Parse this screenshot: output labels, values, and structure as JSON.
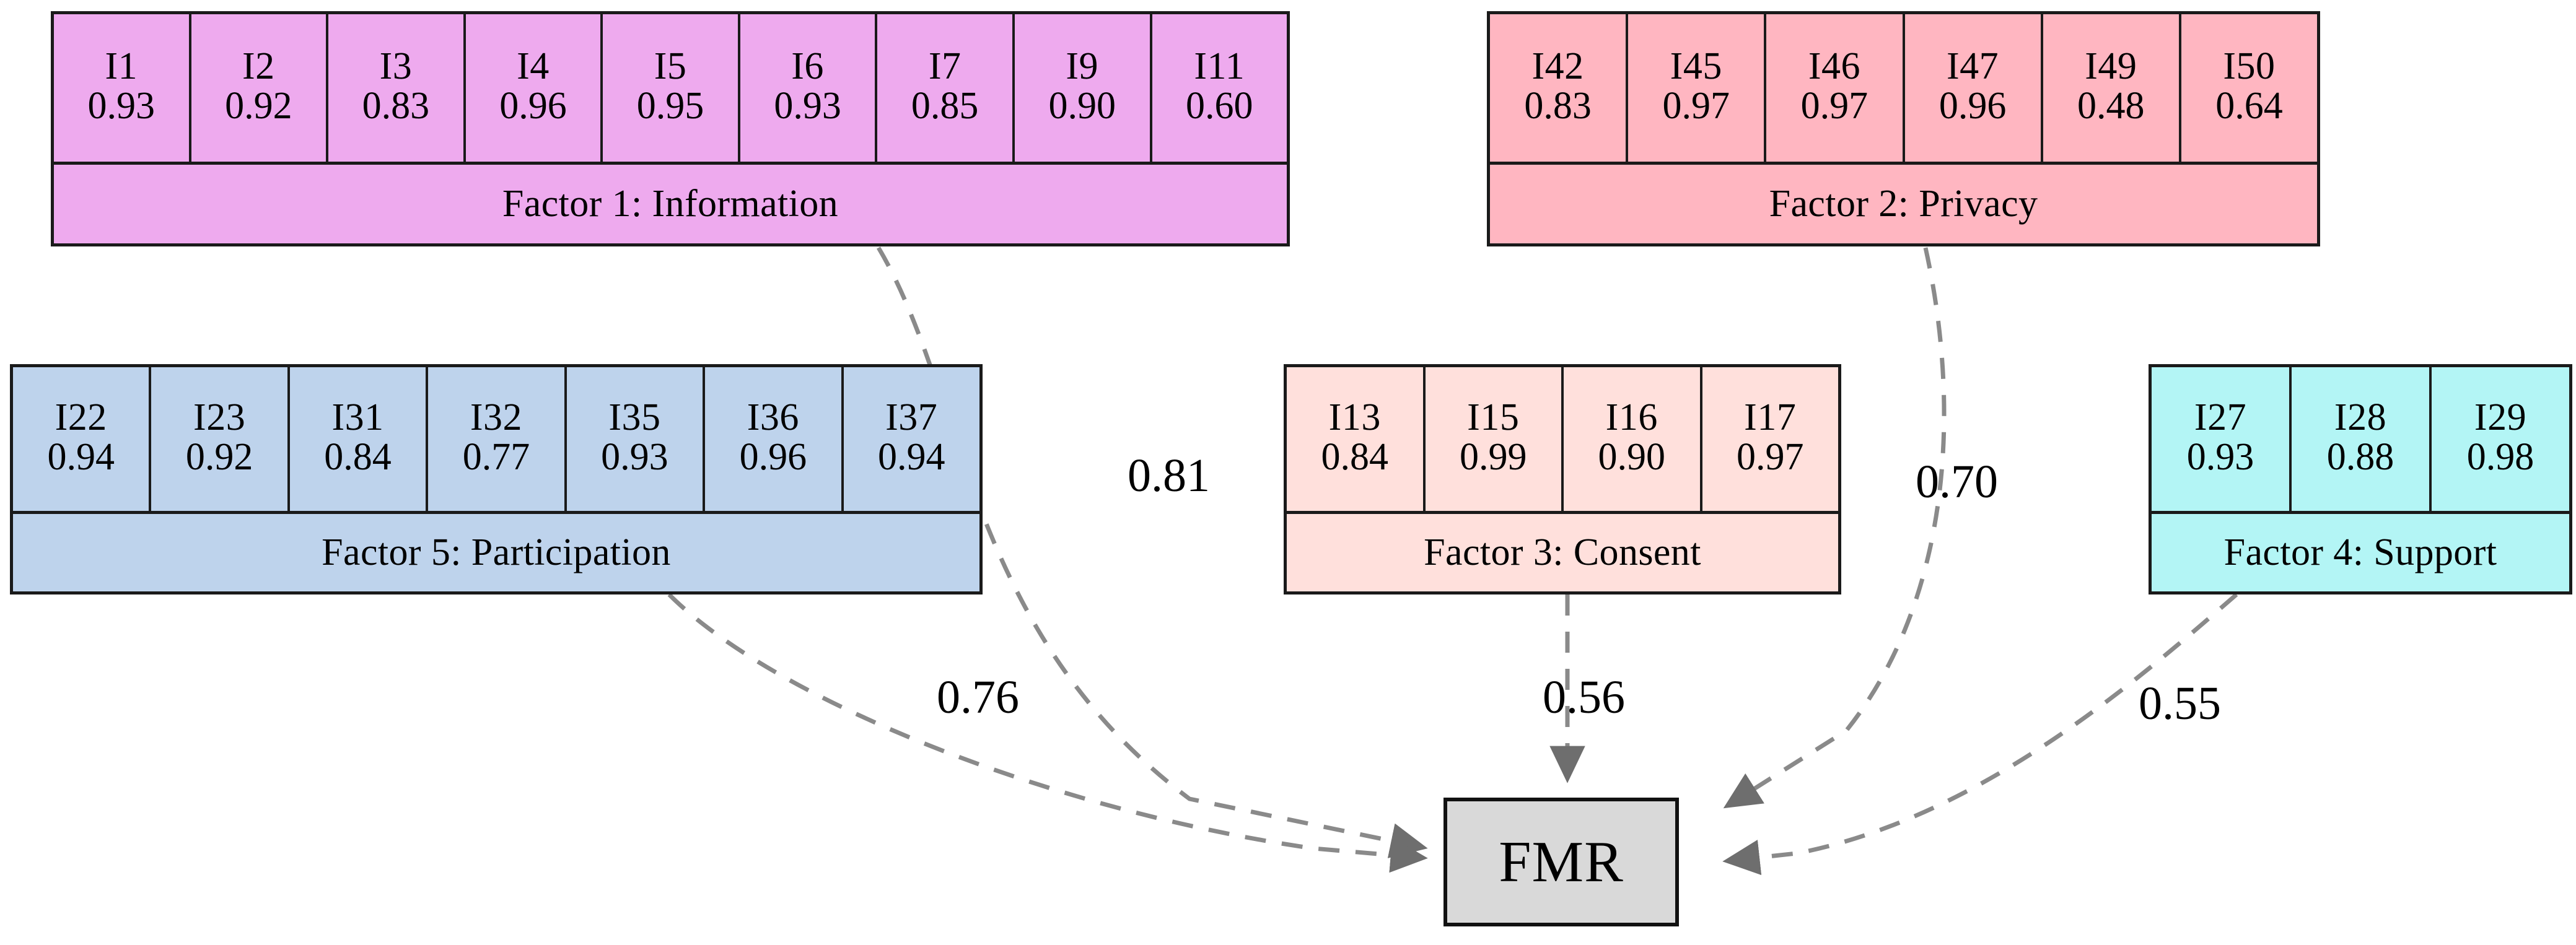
{
  "diagram": {
    "title": "Factor model path diagram",
    "outcome": {
      "label": "FMR"
    },
    "colors": {
      "factor1_fill": "#eeaaee",
      "factor2_fill": "#ffb6c1",
      "factor3_fill": "#ffe0dc",
      "factor4_fill": "#b3f5f5",
      "factor5_fill": "#bed3ec",
      "outcome_fill": "#d9d9d9",
      "border": "#1a1a1a",
      "arrow": "#808080"
    },
    "factors": [
      {
        "id": "factor-1",
        "label": "Factor 1: Information",
        "fill": "#eeaaee",
        "coefficient": "0.81",
        "indicators": [
          {
            "id": "I1",
            "value": "0.93"
          },
          {
            "id": "I2",
            "value": "0.92"
          },
          {
            "id": "I3",
            "value": "0.83"
          },
          {
            "id": "I4",
            "value": "0.96"
          },
          {
            "id": "I5",
            "value": "0.95"
          },
          {
            "id": "I6",
            "value": "0.93"
          },
          {
            "id": "I7",
            "value": "0.85"
          },
          {
            "id": "I9",
            "value": "0.90"
          },
          {
            "id": "I11",
            "value": "0.60"
          }
        ]
      },
      {
        "id": "factor-2",
        "label": "Factor 2: Privacy",
        "fill": "#ffb6c1",
        "coefficient": "0.70",
        "indicators": [
          {
            "id": "I42",
            "value": "0.83"
          },
          {
            "id": "I45",
            "value": "0.97"
          },
          {
            "id": "I46",
            "value": "0.97"
          },
          {
            "id": "I47",
            "value": "0.96"
          },
          {
            "id": "I49",
            "value": "0.48"
          },
          {
            "id": "I50",
            "value": "0.64"
          }
        ]
      },
      {
        "id": "factor-5",
        "label": "Factor 5: Participation",
        "fill": "#bed3ec",
        "coefficient": "0.76",
        "indicators": [
          {
            "id": "I22",
            "value": "0.94"
          },
          {
            "id": "I23",
            "value": "0.92"
          },
          {
            "id": "I31",
            "value": "0.84"
          },
          {
            "id": "I32",
            "value": "0.77"
          },
          {
            "id": "I35",
            "value": "0.93"
          },
          {
            "id": "I36",
            "value": "0.96"
          },
          {
            "id": "I37",
            "value": "0.94"
          }
        ]
      },
      {
        "id": "factor-3",
        "label": "Factor 3: Consent",
        "fill": "#ffe0dc",
        "coefficient": "0.56",
        "indicators": [
          {
            "id": "I13",
            "value": "0.84"
          },
          {
            "id": "I15",
            "value": "0.99"
          },
          {
            "id": "I16",
            "value": "0.90"
          },
          {
            "id": "I17",
            "value": "0.97"
          }
        ]
      },
      {
        "id": "factor-4",
        "label": "Factor 4: Support",
        "fill": "#b3f5f5",
        "coefficient": "0.55",
        "indicators": [
          {
            "id": "I27",
            "value": "0.93"
          },
          {
            "id": "I28",
            "value": "0.88"
          },
          {
            "id": "I29",
            "value": "0.98"
          }
        ]
      }
    ],
    "paths": [
      {
        "from": "Factor 1: Information",
        "to": "FMR",
        "coefficient": "0.81"
      },
      {
        "from": "Factor 5: Participation",
        "to": "FMR",
        "coefficient": "0.76"
      },
      {
        "from": "Factor 3: Consent",
        "to": "FMR",
        "coefficient": "0.56"
      },
      {
        "from": "Factor 2: Privacy",
        "to": "FMR",
        "coefficient": "0.70"
      },
      {
        "from": "Factor 4: Support",
        "to": "FMR",
        "coefficient": "0.55"
      }
    ]
  }
}
